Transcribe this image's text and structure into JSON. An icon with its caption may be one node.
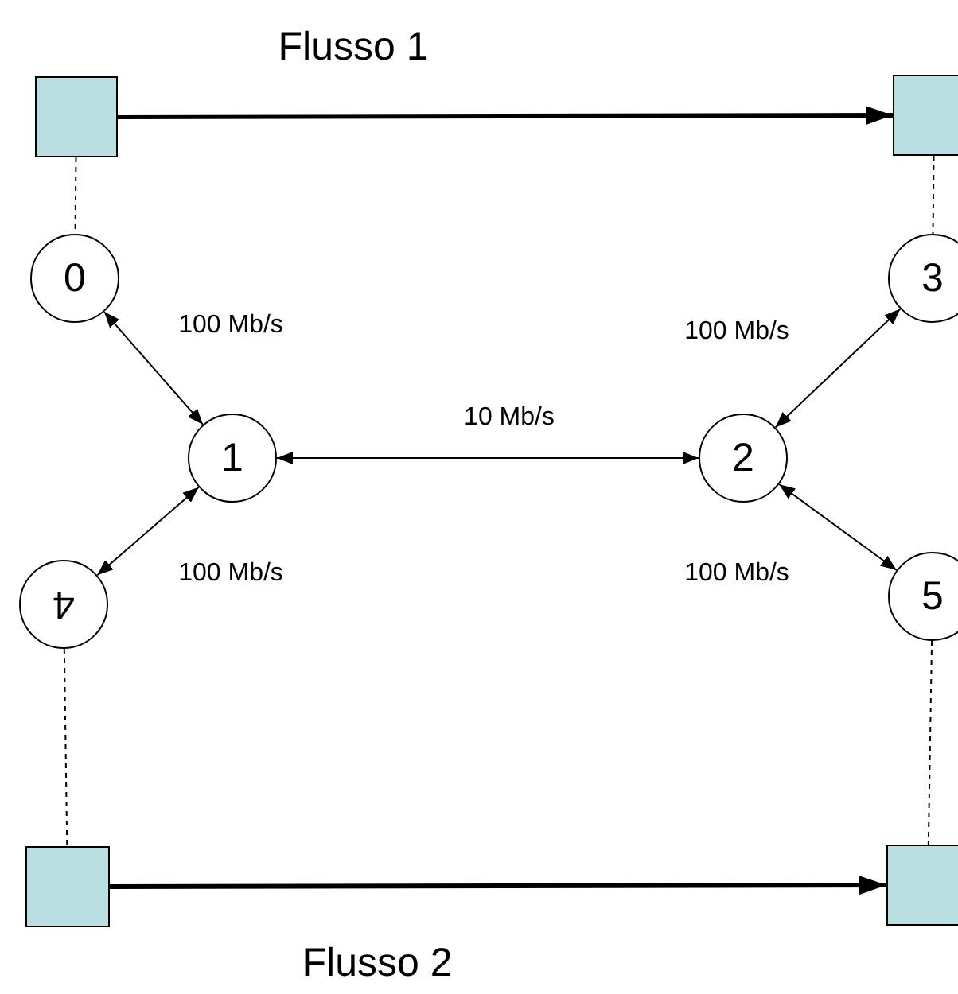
{
  "diagram": {
    "nodes": [
      {
        "text": [],
        "shape": "box"
      },
      {
        "text": [],
        "shape": "box"
      },
      {
        "text": [
          "0"
        ]
      },
      {
        "text": [
          "3"
        ]
      },
      {
        "text": [
          "1"
        ]
      },
      {
        "text": [
          "2"
        ]
      },
      {
        "text": [
          "4"
        ]
      },
      {
        "text": [
          "5"
        ]
      },
      {
        "text": [],
        "shape": "box"
      },
      {
        "text": [],
        "shape": "box"
      }
    ],
    "edges": [
      {
        "from": 0,
        "to": 1,
        "arrow": "to",
        "style": "thick",
        "label": "Flusso 1"
      },
      {
        "from": 0,
        "to": 2,
        "arrow": "none",
        "style": "dashed"
      },
      {
        "from": 1,
        "to": 3,
        "arrow": "none",
        "style": "dashed"
      },
      {
        "from": 2,
        "to": 4,
        "arrow": "both",
        "label": "100 Mb/s"
      },
      {
        "from": 5,
        "to": 3,
        "arrow": "both",
        "label": "100 Mb/s"
      },
      {
        "from": 4,
        "to": 5,
        "arrow": "both",
        "label": "10 Mb/s"
      },
      {
        "from": 4,
        "to": 6,
        "arrow": "both",
        "label": "100 Mb/s"
      },
      {
        "from": 5,
        "to": 7,
        "arrow": "both",
        "label": "100 Mb/s"
      },
      {
        "from": 6,
        "to": 8,
        "arrow": "none",
        "style": "dashed"
      },
      {
        "from": 7,
        "to": 9,
        "arrow": "none",
        "style": "dashed"
      },
      {
        "from": 8,
        "to": 9,
        "arrow": "to",
        "style": "thick",
        "label": "Flusso 2"
      }
    ]
  }
}
